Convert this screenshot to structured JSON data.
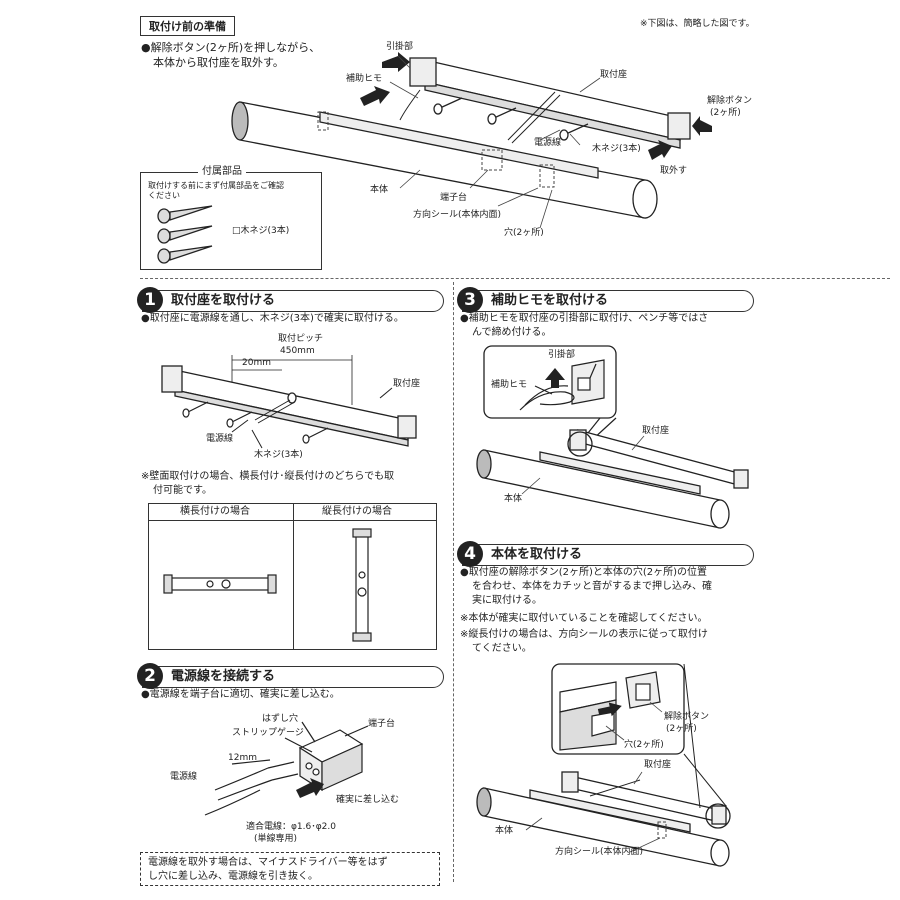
{
  "header": {
    "section_title": "取付け前の準備",
    "note_top_right": "※下図は、簡略した図です。",
    "instruction_1": "●解除ボタン(2ヶ所)を押しながら、",
    "instruction_2": "本体から取付座を取外す。"
  },
  "overview_labels": {
    "hook": "引掛部",
    "support_string": "補助ヒモ",
    "mount_base": "取付座",
    "release_button": "解除ボタン",
    "release_button_count": "(2ヶ所)",
    "power_wire": "電源線",
    "wood_screw": "木ネジ(3本)",
    "remove": "取外す",
    "body": "本体",
    "terminal": "端子台",
    "direction_seal": "方向シール(本体内面)",
    "holes": "穴(2ヶ所)"
  },
  "accessories": {
    "title": "付属部品",
    "check_1": "取付けする前にまず付属部品をご確認",
    "check_2": "ください",
    "item": "□木ネジ(3本)"
  },
  "step1": {
    "number": "1",
    "title": "取付座を取付ける",
    "text": "●取付座に電源線を通し、木ネジ(3本)で確実に取付ける。",
    "pitch_label": "取付ピッチ",
    "pitch_value": "450mm",
    "offset": "20mm",
    "mount_base": "取付座",
    "power_wire": "電源線",
    "wood_screw": "木ネジ(3本)",
    "note_1": "※壁面取付けの場合、横長付け･縦長付けのどちらでも取",
    "note_2": "付可能です。",
    "col_horizontal": "横長付けの場合",
    "col_vertical": "縦長付けの場合"
  },
  "step2": {
    "number": "2",
    "title": "電源線を接続する",
    "text": "●電源線を端子台に適切、確実に差し込む。",
    "release_hole": "はずし穴",
    "strip_gauge": "ストリップゲージ",
    "terminal": "端子台",
    "length": "12mm",
    "power_wire": "電源線",
    "insert": "確実に差し込む",
    "compatible": "適合電線：φ1.6･φ2.0",
    "single_only": "(単線専用)",
    "removal_note_1": "電源線を取外す場合は、マイナスドライバー等をはず",
    "removal_note_2": "し穴に差し込み、電源線を引き抜く。"
  },
  "step3": {
    "number": "3",
    "title": "補助ヒモを取付ける",
    "text_1": "●補助ヒモを取付座の引掛部に取付け、ペンチ等ではさ",
    "text_2": "んで締め付ける。",
    "hook": "引掛部",
    "support_string": "補助ヒモ",
    "mount_base": "取付座",
    "body": "本体"
  },
  "step4": {
    "number": "4",
    "title": "本体を取付ける",
    "text_1": "●取付座の解除ボタン(2ヶ所)と本体の穴(2ヶ所)の位置",
    "text_2": "を合わせ、本体をカチッと音がするまで押し込み、確",
    "text_3": "実に取付ける。",
    "note_1": "※本体が確実に取付いていることを確認してください。",
    "note_2": "※縦長付けの場合は、方向シールの表示に従って取付け",
    "note_3": "てください。",
    "release_button": "解除ボタン",
    "release_button_count": "(2ヶ所)",
    "holes": "穴(2ヶ所)",
    "mount_base": "取付座",
    "body": "本体",
    "direction_seal": "方向シール(本体内面)"
  }
}
